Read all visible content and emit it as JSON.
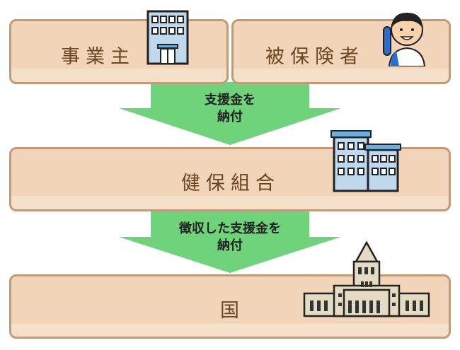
{
  "nodes": {
    "employer": "事業主",
    "insured": "被保険者",
    "union": "健保組合",
    "state": "国"
  },
  "arrows": {
    "first": {
      "line1": "支援金を",
      "line2": "納付"
    },
    "second": {
      "line1": "徴収した支援金を",
      "line2": "納付"
    }
  },
  "colors": {
    "box": "#f2d5b8",
    "border": "#c19a78",
    "arrow": "#6fd37c",
    "text": "#6b4526"
  }
}
